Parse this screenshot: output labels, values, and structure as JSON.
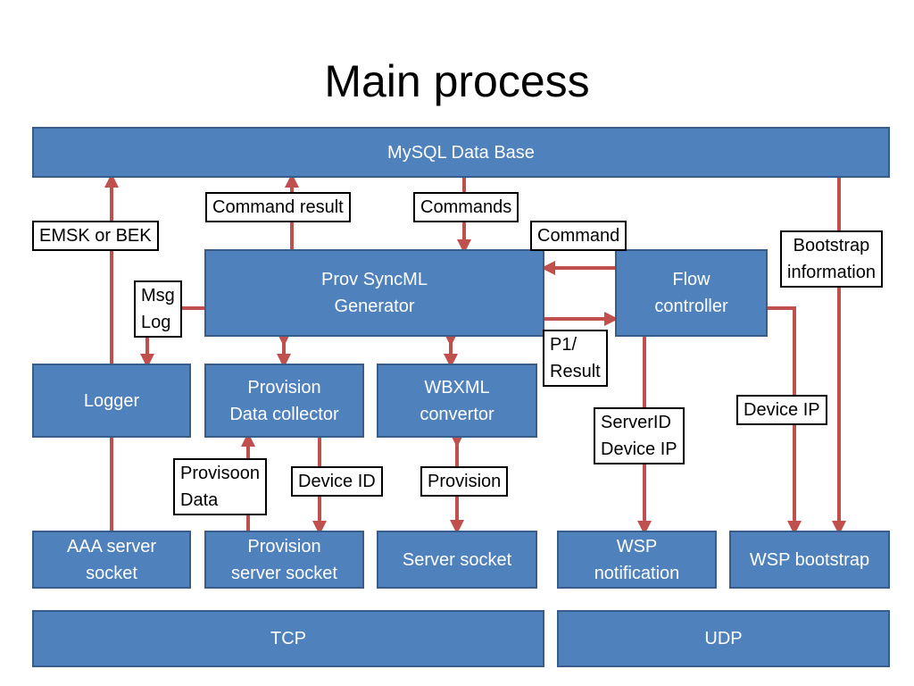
{
  "title": "Main process",
  "colors": {
    "box_fill": "#4f81bd",
    "box_border": "#385d8a",
    "arrow": "#c0504d",
    "label_border": "#000000"
  },
  "boxes": {
    "mysql": "MySQL Data Base",
    "prov_syncml": [
      "Prov SyncML",
      "Generator"
    ],
    "flow_controller": [
      "Flow",
      "controller"
    ],
    "logger": "Logger",
    "provision_collector": [
      "Provision",
      "Data collector"
    ],
    "wbxml": [
      "WBXML",
      "convertor"
    ],
    "aaa_socket": [
      "AAA server",
      "socket"
    ],
    "provision_socket": [
      "Provision",
      "server socket"
    ],
    "server_socket": "Server socket",
    "wsp_notification": [
      "WSP",
      "notification"
    ],
    "wsp_bootstrap": "WSP bootstrap",
    "tcp": "TCP",
    "udp": "UDP"
  },
  "labels": {
    "command_result": "Command result",
    "commands": "Commands",
    "emsk": "EMSK or BEK",
    "command": "Command",
    "bootstrap_info": [
      "Bootstrap",
      "information"
    ],
    "msg_log": [
      "Msg",
      "Log"
    ],
    "p1_result": [
      "P1/",
      "Result"
    ],
    "device_ip": "Device IP",
    "serverid_deviceip": [
      "ServerID",
      "Device IP"
    ],
    "provisoon_data": [
      "Provisoon",
      "Data"
    ],
    "device_id": "Device ID",
    "provision": "Provision"
  }
}
